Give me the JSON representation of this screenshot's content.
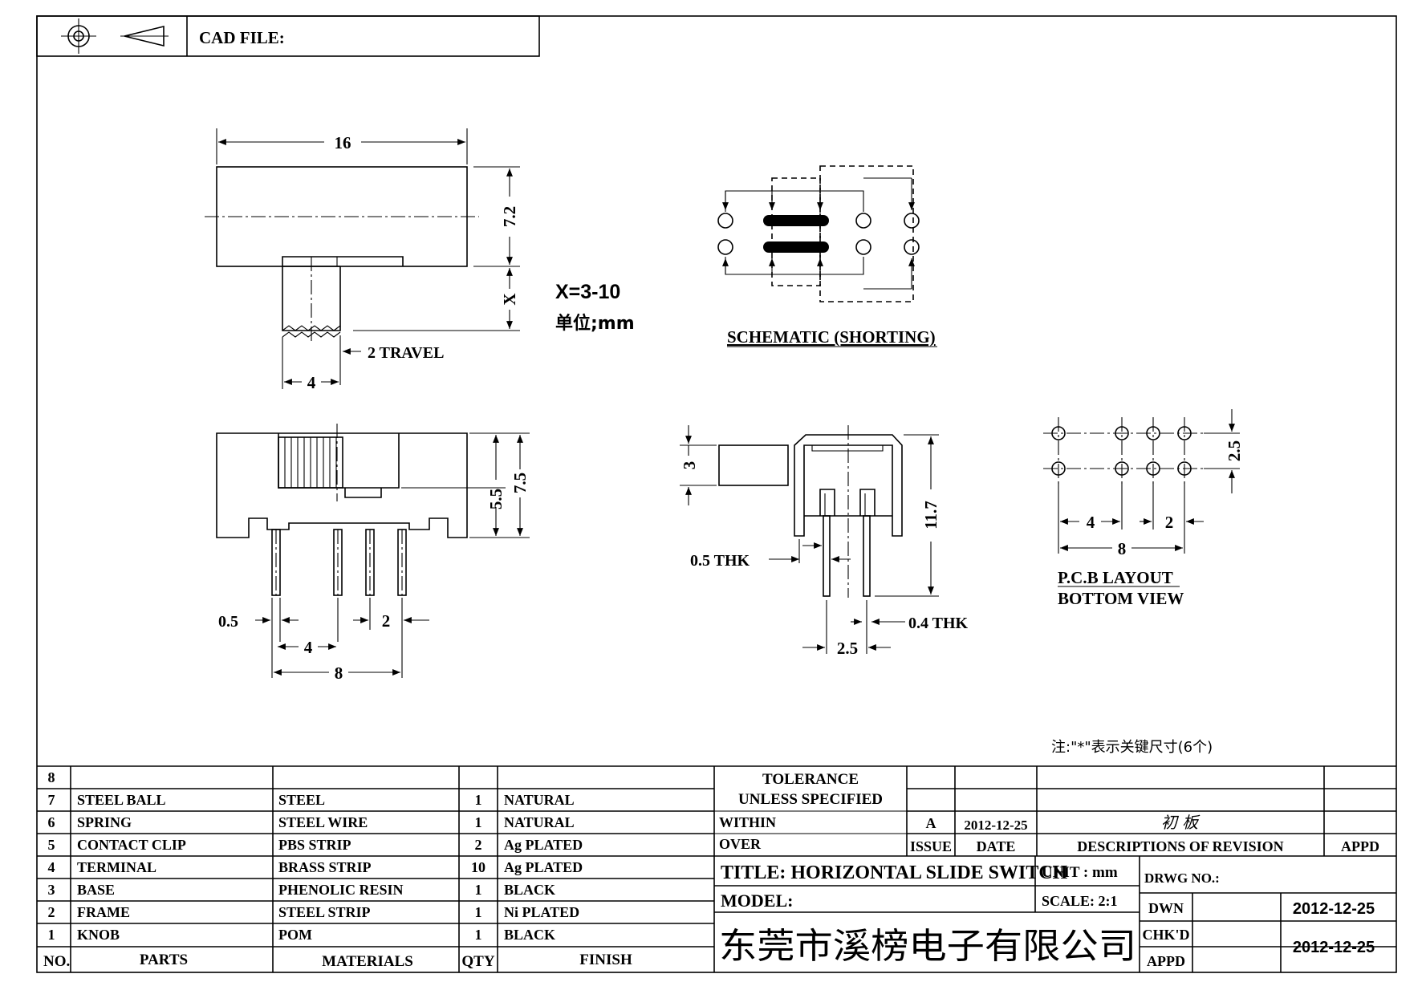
{
  "header": {
    "cad_file_label": "CAD FILE:",
    "projection_icon": "first-angle-projection-icon"
  },
  "drawing": {
    "top_view": {
      "width": "16",
      "height": "7.2",
      "knob_offset": "X",
      "travel": "2 TRAVEL",
      "knob_width": "4"
    },
    "x_note": {
      "range": "X=3-10",
      "unit": "单位;mm"
    },
    "schematic": {
      "label": "SCHEMATIC (SHORTING)"
    },
    "front_view": {
      "knob_height": "5.5",
      "body_height": "7.5",
      "pin_thk": "0.5",
      "pitch_small": "2",
      "pitch_mid": "4",
      "pitch_total": "8"
    },
    "side_view": {
      "knob": "3",
      "height": "11.7",
      "pin_thk": "0.5 THK",
      "pin_thk2": "0.4 THK",
      "spacing": "2.5"
    },
    "pcb_layout": {
      "row": "2.5",
      "p1": "4",
      "p2": "2",
      "total": "8",
      "label1": "P.C.B LAYOUT",
      "label2": "BOTTOM VIEW"
    },
    "note": "注:\"*\"表示关键尺寸(6个)"
  },
  "bom": {
    "headers": {
      "no": "NO.",
      "parts": "PARTS",
      "materials": "MATERIALS",
      "qty": "QTY",
      "finish": "FINISH"
    },
    "rows": [
      {
        "no": "8",
        "part": "",
        "material": "",
        "qty": "",
        "finish": ""
      },
      {
        "no": "7",
        "part": "STEEL BALL",
        "material": "STEEL",
        "qty": "1",
        "finish": "NATURAL"
      },
      {
        "no": "6",
        "part": "SPRING",
        "material": "STEEL WIRE",
        "qty": "1",
        "finish": "NATURAL"
      },
      {
        "no": "5",
        "part": "CONTACT CLIP",
        "material": "PBS STRIP",
        "qty": "2",
        "finish": "Ag PLATED"
      },
      {
        "no": "4",
        "part": "TERMINAL",
        "material": "BRASS STRIP",
        "qty": "10",
        "finish": "Ag PLATED"
      },
      {
        "no": "3",
        "part": "BASE",
        "material": "PHENOLIC RESIN",
        "qty": "1",
        "finish": "BLACK"
      },
      {
        "no": "2",
        "part": "FRAME",
        "material": "STEEL STRIP",
        "qty": "1",
        "finish": "Ni PLATED"
      },
      {
        "no": "1",
        "part": "KNOB",
        "material": "POM",
        "qty": "1",
        "finish": "BLACK"
      }
    ]
  },
  "title_block": {
    "tolerance": "TOLERANCE",
    "unless": "UNLESS  SPECIFIED",
    "within": "WITHIN",
    "over": "OVER",
    "revision": {
      "issue_value": "A",
      "date_value": "2012-12-25",
      "description_value": "初 板"
    },
    "issue_label": "ISSUE",
    "date_label": "DATE",
    "descriptions_label": "DESCRIPTIONS OF REVISION",
    "appd_label": "APPD",
    "title": "TITLE: HORIZONTAL SLIDE SWITCH",
    "unit": "UNIT : mm",
    "drwg_no": "DRWG NO.:",
    "model": "MODEL:",
    "scale": "SCALE: 2:1",
    "dwn_label": "DWN",
    "dwn_date": "2012-12-25",
    "chkd_label": "CHK'D",
    "chkd_date": "2012-12-25",
    "appd2_label": "APPD",
    "company": "东莞市溪榜电子有限公司"
  }
}
